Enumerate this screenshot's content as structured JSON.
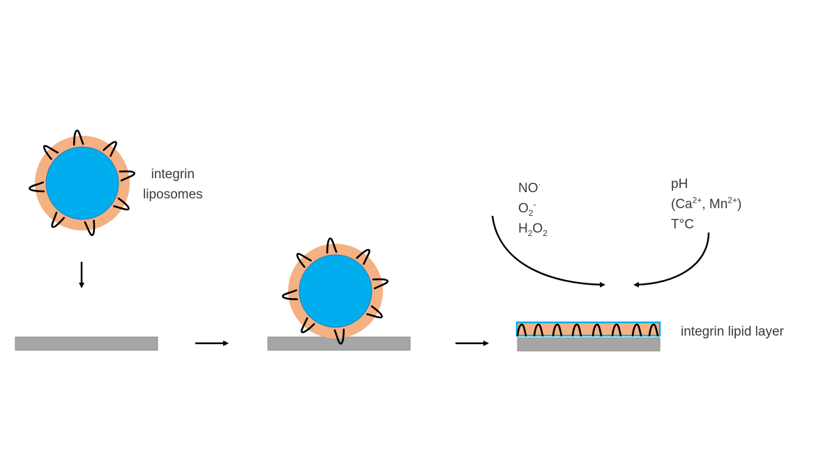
{
  "figure": {
    "colors": {
      "liposome_core": "#00adef",
      "liposome_core_edge": "#2e75b6",
      "lipid_shell": "#f4b183",
      "substrate": "#a6a6a6",
      "substrate_edge": "#8c8c8c",
      "integrin_stroke": "#000000",
      "arrow": "#000000"
    },
    "labels": {
      "liposomes": [
        "integrin",
        "liposomes"
      ],
      "lipid_layer": "integrin lipid layer",
      "ros": {
        "line1": "NO",
        "line1_sup": "·",
        "line2": "O",
        "line2_sub": "2",
        "line2_sup": "-",
        "line3_a": "H",
        "line3_sub_a": "2",
        "line3_b": "O",
        "line3_sub_b": "2"
      },
      "conditions": {
        "line1": "pH",
        "line2_a": "(Ca",
        "line2_sup_a": "2+",
        "line2_b": ", Mn",
        "line2_sup_b": "2+",
        "line2_c": ")",
        "line3": "T°C"
      }
    },
    "steps": [
      {
        "name": "free integrin liposome above substrate"
      },
      {
        "name": "liposome adsorbed onto substrate"
      },
      {
        "name": "integrin lipid layer formed on substrate"
      }
    ]
  }
}
